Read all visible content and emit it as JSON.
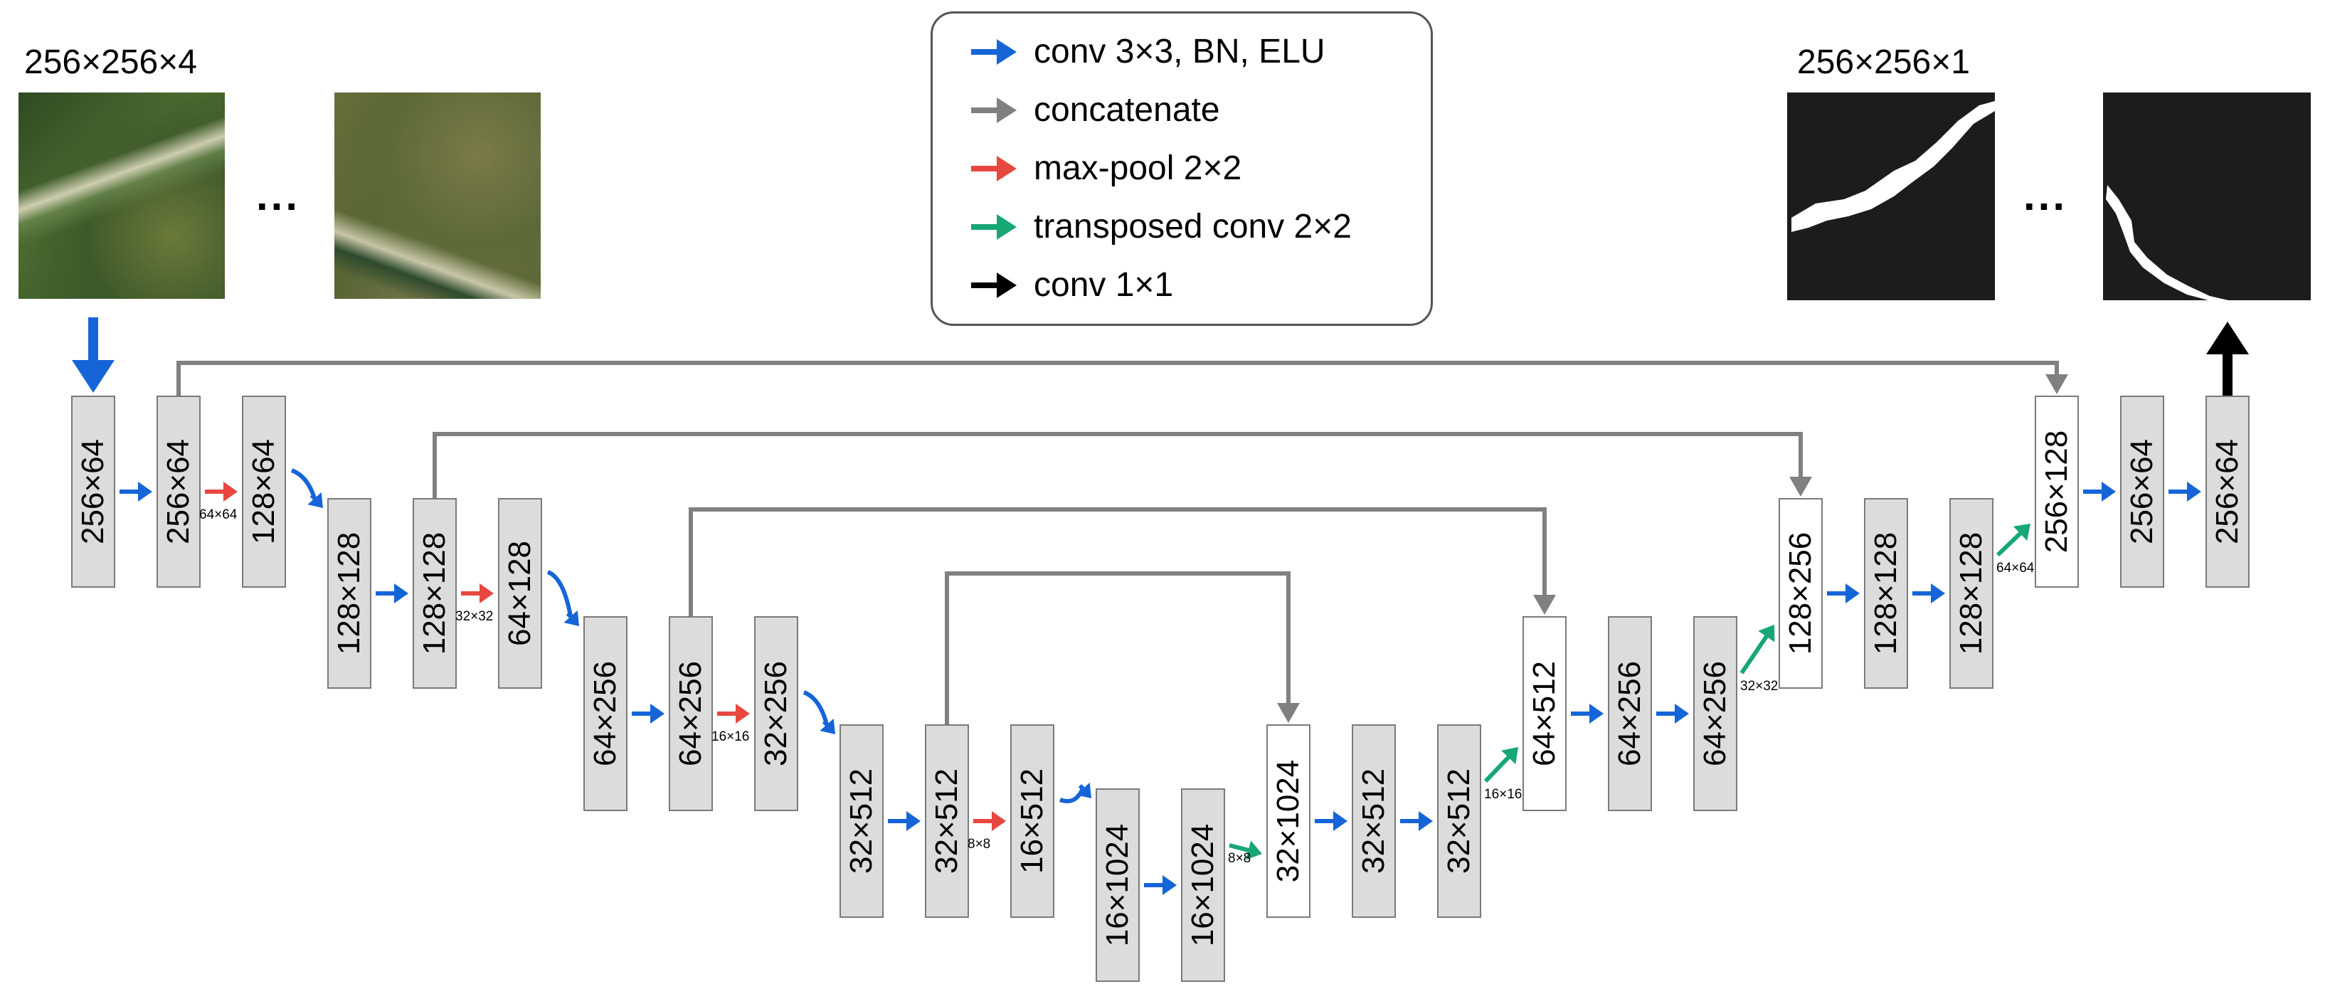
{
  "colors": {
    "conv": "#1565d8",
    "concat": "#808080",
    "pool": "#e8473f",
    "upconv": "#17a774",
    "final": "#000000",
    "block_fill": "#dcdcdc",
    "block_border": "#7a7a7a"
  },
  "input": {
    "dims": "256×256×4",
    "ellipsis": "..."
  },
  "output": {
    "dims": "256×256×1",
    "ellipsis": "..."
  },
  "legend": [
    {
      "label": "conv 3×3, BN, ELU",
      "color": "#1565d8"
    },
    {
      "label": "concatenate",
      "color": "#808080"
    },
    {
      "label": "max-pool 2×2",
      "color": "#e8473f"
    },
    {
      "label": "transposed conv 2×2",
      "color": "#17a774"
    },
    {
      "label": "conv 1×1",
      "color": "#000000"
    }
  ],
  "blocks": [
    {
      "label": "256×64",
      "concat": false
    },
    {
      "label": "256×64",
      "concat": false
    },
    {
      "label": "128×64",
      "concat": false
    },
    {
      "label": "128×128",
      "concat": false
    },
    {
      "label": "128×128",
      "concat": false
    },
    {
      "label": "64×128",
      "concat": false
    },
    {
      "label": "64×256",
      "concat": false
    },
    {
      "label": "64×256",
      "concat": false
    },
    {
      "label": "32×256",
      "concat": false
    },
    {
      "label": "32×512",
      "concat": false
    },
    {
      "label": "32×512",
      "concat": false
    },
    {
      "label": "16×512",
      "concat": false
    },
    {
      "label": "16×1024",
      "concat": false
    },
    {
      "label": "16×1024",
      "concat": false
    },
    {
      "label": "32×1024",
      "concat": true
    },
    {
      "label": "32×512",
      "concat": false
    },
    {
      "label": "32×512",
      "concat": false
    },
    {
      "label": "64×512",
      "concat": true
    },
    {
      "label": "64×256",
      "concat": false
    },
    {
      "label": "64×256",
      "concat": false
    },
    {
      "label": "128×256",
      "concat": true
    },
    {
      "label": "128×128",
      "concat": false
    },
    {
      "label": "128×128",
      "concat": false
    },
    {
      "label": "256×128",
      "concat": true
    },
    {
      "label": "256×64",
      "concat": false
    },
    {
      "label": "256×64",
      "concat": false
    }
  ],
  "pool_labels": [
    "64×64",
    "32×32",
    "16×16",
    "8×8"
  ],
  "upconv_labels": [
    "8×8",
    "16×16",
    "32×32",
    "64×64"
  ]
}
